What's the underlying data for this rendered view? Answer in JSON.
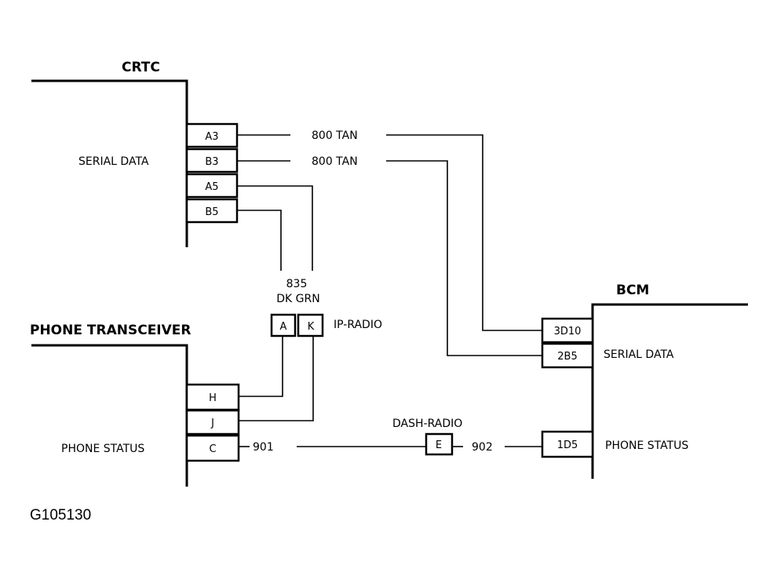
{
  "crtc": {
    "title": "CRTC",
    "serial_label": "SERIAL DATA",
    "pins": [
      "A3",
      "B3",
      "A5",
      "B5"
    ]
  },
  "bcm": {
    "title": "BCM",
    "serial_label": "SERIAL DATA",
    "status_label": "PHONE STATUS",
    "pins": [
      "3D10",
      "2B5",
      "1D5"
    ]
  },
  "phone": {
    "title": "PHONE TRANSCEIVER",
    "status_label": "PHONE STATUS",
    "pins": [
      "H",
      "J",
      "C"
    ]
  },
  "wires": {
    "tan_a3": "800 TAN",
    "tan_b3": "800 TAN",
    "grn_circuit": "835",
    "grn_color": "DK GRN",
    "status_left": "901",
    "status_right": "902"
  },
  "connectors": {
    "ip_radio": {
      "label": "IP-RADIO",
      "pins": [
        "A",
        "K"
      ]
    },
    "dash_radio": {
      "label": "DASH-RADIO",
      "pin": "E"
    }
  },
  "figure_id": "G105130"
}
